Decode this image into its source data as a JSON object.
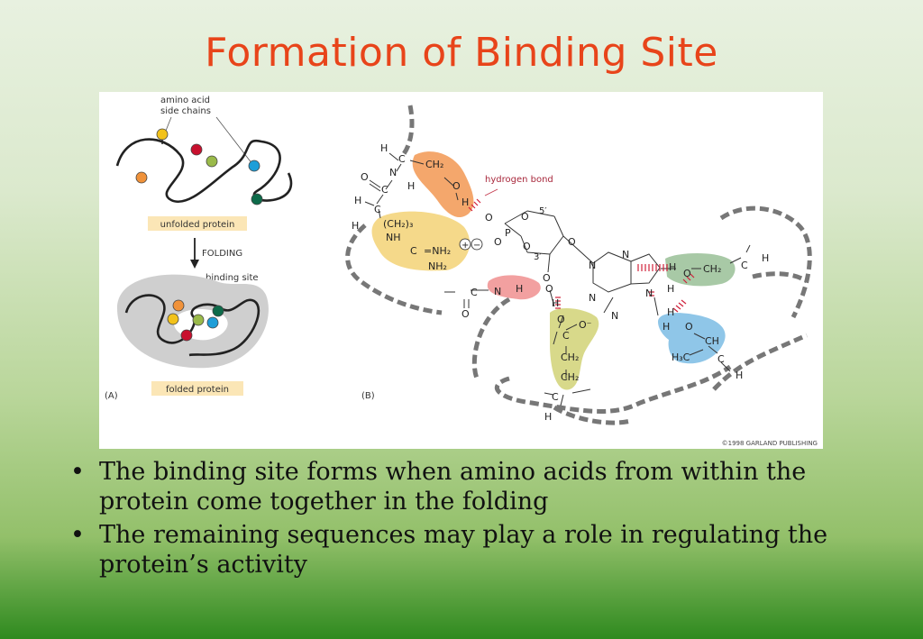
{
  "slide": {
    "title": "Formation of Binding Site",
    "bullets": [
      "The binding site forms when amino acids from within the protein come together in the folding",
      "The remaining sequences may play a role in regulating the protein’s activity"
    ],
    "bullet_glyph": "•"
  },
  "figure": {
    "panel_a": {
      "tag": "(A)",
      "label_side_chains_1": "amino acid",
      "label_side_chains_2": "side chains",
      "label_unfolded": "unfolded protein",
      "label_folding": "FOLDING",
      "label_binding_site": "binding site",
      "label_folded": "folded protein"
    },
    "panel_b": {
      "tag": "(B)",
      "hydrogen_bond": "hydrogen bond",
      "copyright": "©1998 GARLAND PUBLISHING",
      "atoms": {
        "H1": "H",
        "C1": "C",
        "N1": "N",
        "H2": "H",
        "O1": "O",
        "C2": "C",
        "H3": "H",
        "C3": "C",
        "CH2a": "CH₂",
        "O2": "O",
        "H4": "H",
        "H5": "H",
        "CH23": "(CH₂)₃",
        "NH": "NH",
        "C4": "C",
        "NH2a": "=NH₂",
        "NH2b": "NH₂",
        "plus": "+",
        "minus": "−",
        "O3": "O",
        "P": "P",
        "O4": "O",
        "O5": "O",
        "O6": "O",
        "five": "5′",
        "three": "3′",
        "O7": "O",
        "N1r": "N",
        "N2r": "N",
        "N3r": "N",
        "N4r": "N",
        "Nr5": "N",
        "H6": "H",
        "O8": "O",
        "CH2b": "CH₂",
        "C5": "C",
        "H7": "H",
        "NH_b": "N",
        "H8": "H",
        "H9": "H",
        "C6": "C",
        "O9": "O",
        "Nm": "N",
        "Hm": "H",
        "O10": "O",
        "H10": "H",
        "H11": "H",
        "O11": "O",
        "CH": "CH",
        "H3C": "H₃C",
        "C7": "C",
        "H12": "H",
        "C8": "C",
        "O12": "O",
        "O13": "O⁻",
        "CH2c": "CH₂",
        "CH2d": "CH₂",
        "C9": "C",
        "H13": "H"
      }
    }
  },
  "colors": {
    "title": "#e8441a",
    "orange_region": "#f4a76c",
    "yellow_region": "#f5d98a",
    "red_region": "#f2a0a0",
    "olive_region": "#d8d98a",
    "green_region": "#a8c9a6",
    "blue_region": "#8fc6e8",
    "label_box": "#fbe6b6",
    "hbond": "#d0203a"
  }
}
